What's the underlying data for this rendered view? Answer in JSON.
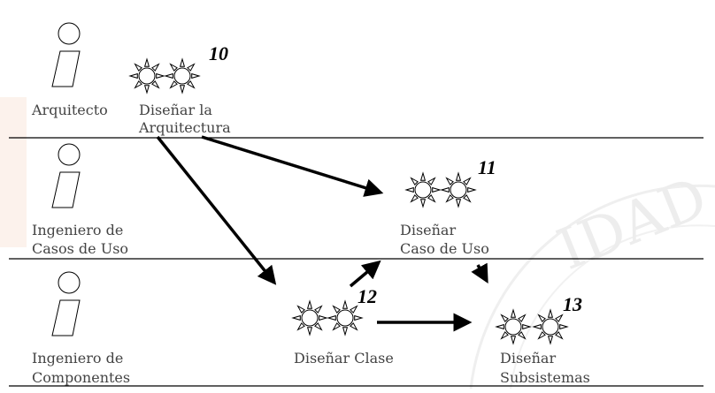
{
  "watermark": {
    "text": "IDAD",
    "color": "#e6e6e6",
    "accent": "#f5c9a8"
  },
  "lanes": [
    {
      "actor": [
        "Arquitecto"
      ]
    },
    {
      "actor": [
        "Ingeniero de",
        "Casos de Uso"
      ]
    },
    {
      "actor": [
        "Ingeniero de",
        "Componentes"
      ]
    }
  ],
  "activities": [
    {
      "number": "10",
      "label": [
        "Diseñar la",
        "Arquitectura"
      ]
    },
    {
      "number": "11",
      "label": [
        "Diseñar",
        "Caso de Uso"
      ]
    },
    {
      "number": "12",
      "label": [
        "Diseñar Clase"
      ]
    },
    {
      "number": "13",
      "label": [
        "Diseñar",
        "Subsistemas"
      ]
    }
  ],
  "flows": [
    {
      "from": "10",
      "to": "11"
    },
    {
      "from": "10",
      "to": "12"
    },
    {
      "from": "12",
      "to": "11"
    },
    {
      "from": "12",
      "to": "13"
    },
    {
      "from": "11",
      "to": "13"
    }
  ]
}
